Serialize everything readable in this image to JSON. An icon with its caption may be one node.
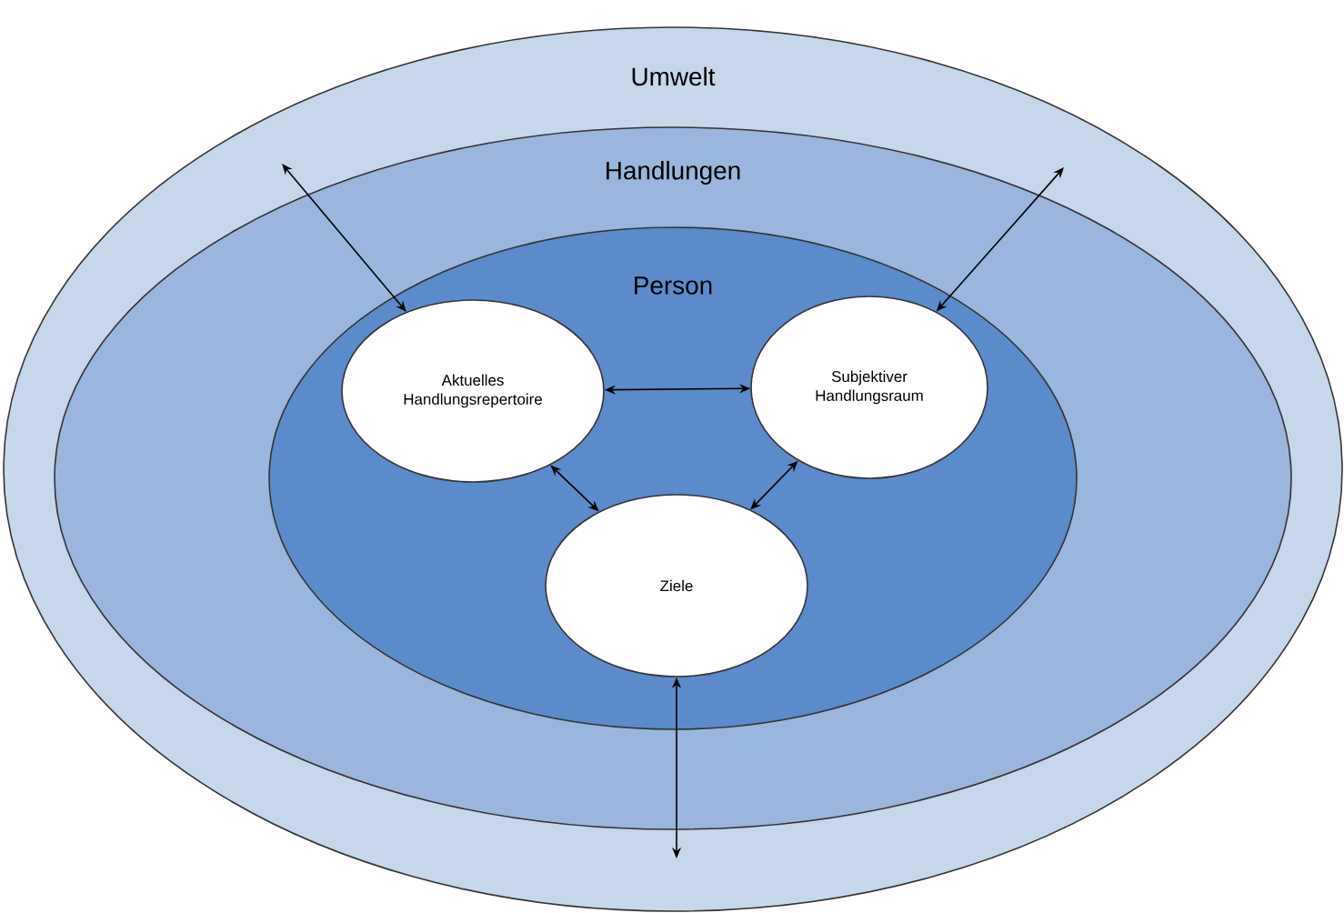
{
  "diagram": {
    "nodes": [
      {
        "text": [
          "Umwelt"
        ]
      },
      {
        "text": [
          "Handlungen"
        ],
        "in": 0
      },
      {
        "text": [
          "Person"
        ],
        "in": 1
      },
      {
        "text": [
          "Aktuelles Handlungsrepertoire"
        ],
        "in": 2
      },
      {
        "text": [
          "Subjektiver Handlungsraum"
        ],
        "in": 2
      },
      {
        "text": [
          "Ziele"
        ],
        "in": 2
      }
    ],
    "edges": [
      {
        "from": 3,
        "to": 4,
        "arrow": "both"
      },
      {
        "from": 3,
        "to": 5,
        "arrow": "both"
      },
      {
        "from": 4,
        "to": 5,
        "arrow": "both"
      },
      {
        "from": 3,
        "to": null,
        "arrow": "both"
      },
      {
        "from": 4,
        "to": null,
        "arrow": "both"
      },
      {
        "from": 5,
        "to": null,
        "arrow": "both"
      }
    ]
  }
}
